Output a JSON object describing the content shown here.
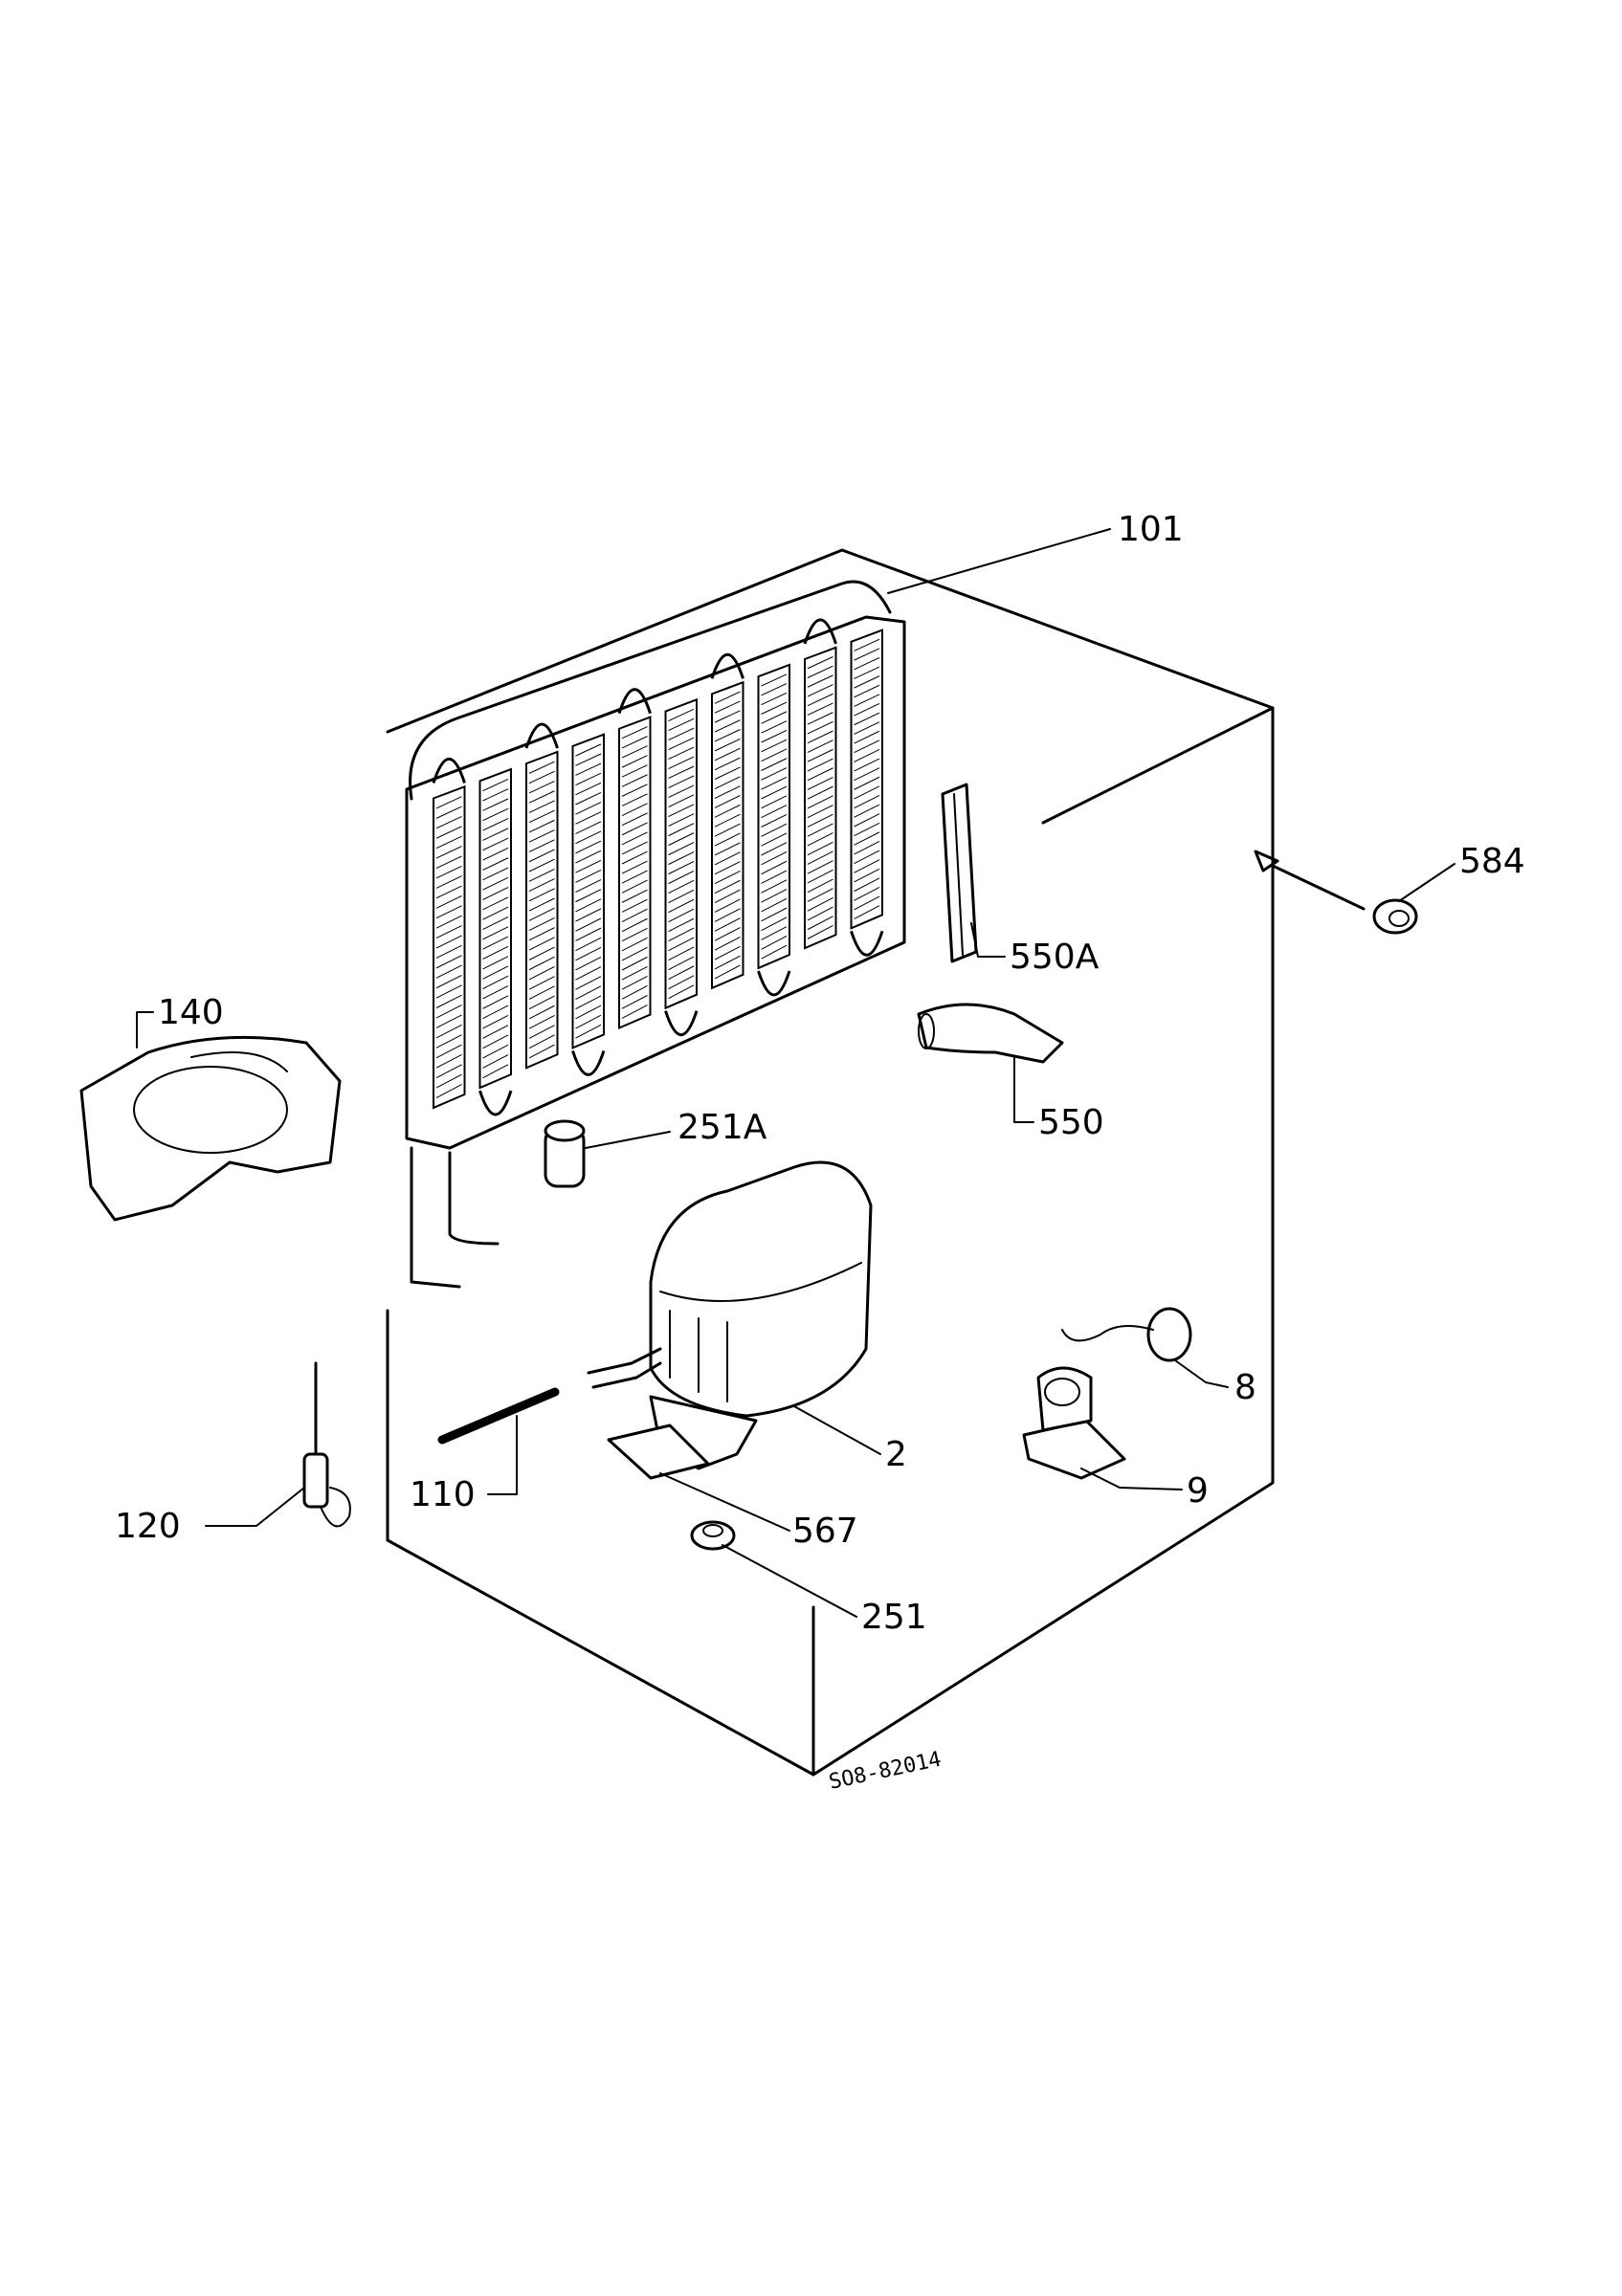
{
  "drawing_code": "SO8-82014",
  "callouts": [
    {
      "id": "101",
      "label": "101"
    },
    {
      "id": "584",
      "label": "584"
    },
    {
      "id": "550a",
      "label": "550A"
    },
    {
      "id": "140",
      "label": "140"
    },
    {
      "id": "550",
      "label": "550"
    },
    {
      "id": "251a",
      "label": "251A"
    },
    {
      "id": "8",
      "label": "8"
    },
    {
      "id": "2",
      "label": "2"
    },
    {
      "id": "9",
      "label": "9"
    },
    {
      "id": "110",
      "label": "110"
    },
    {
      "id": "120",
      "label": "120"
    },
    {
      "id": "567",
      "label": "567"
    },
    {
      "id": "251",
      "label": "251"
    }
  ]
}
